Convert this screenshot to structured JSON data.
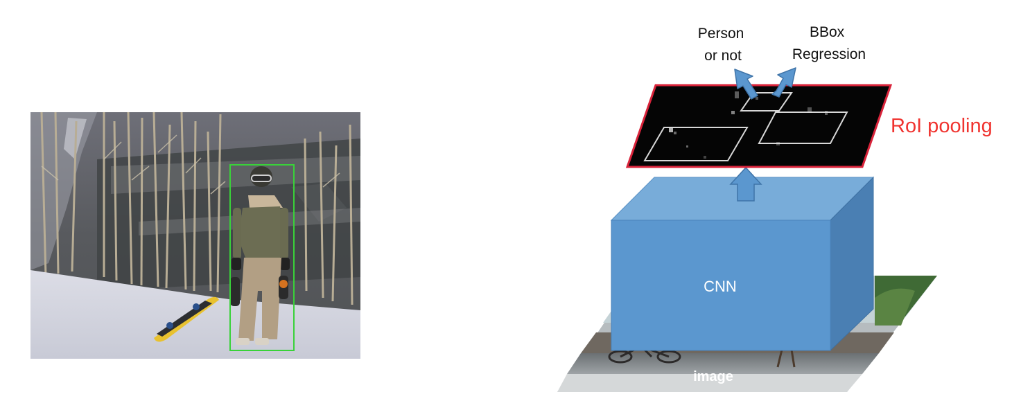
{
  "labels": {
    "head_left": [
      "Person",
      "or not"
    ],
    "head_right": [
      "BBox",
      "Regression"
    ],
    "roi": "RoI pooling",
    "cnn": "CNN",
    "image": "image"
  },
  "colors": {
    "roi_label": "#f0332f",
    "roi_border": "#d9233a",
    "cnn_front": "#5b97cf",
    "cnn_top": "#78acd9",
    "cnn_side": "#4a7fb3",
    "arrow_fill": "#5b97cf",
    "arrow_stroke": "#3f74a8",
    "detection_box": "#39d239"
  }
}
